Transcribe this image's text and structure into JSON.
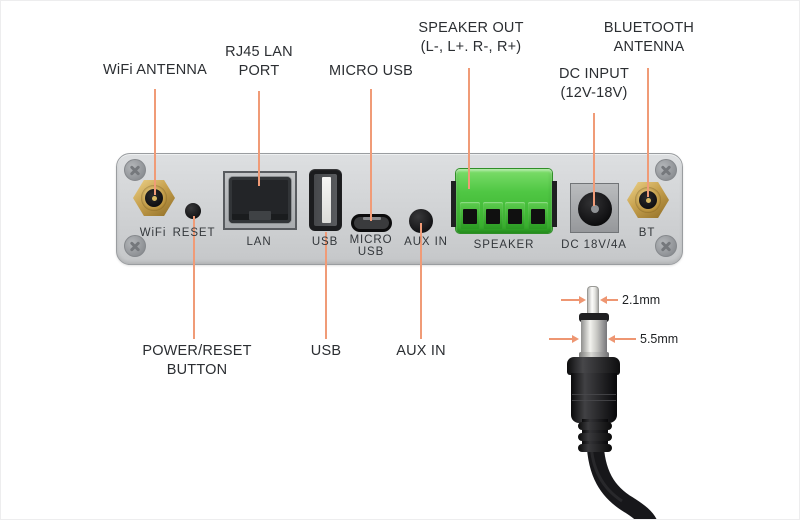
{
  "diagram_title": "audio device rear panel connections",
  "callouts": {
    "top": [
      {
        "id": "wifi-antenna",
        "lines": [
          "WiFi ANTENNA"
        ]
      },
      {
        "id": "rj45-lan-port",
        "lines": [
          "RJ45 LAN",
          "PORT"
        ]
      },
      {
        "id": "micro-usb",
        "lines": [
          "MICRO USB"
        ]
      },
      {
        "id": "speaker-out",
        "lines": [
          "SPEAKER OUT",
          "(L-, L+. R-, R+)"
        ]
      },
      {
        "id": "dc-input",
        "lines": [
          "DC INPUT",
          "(12V-18V)"
        ]
      },
      {
        "id": "bluetooth-antenna",
        "lines": [
          "BLUETOOTH",
          "ANTENNA"
        ]
      }
    ],
    "bottom": [
      {
        "id": "power-reset-button",
        "lines": [
          "POWER/RESET",
          "BUTTON"
        ]
      },
      {
        "id": "usb",
        "lines": [
          "USB"
        ]
      },
      {
        "id": "aux-in",
        "lines": [
          "AUX IN"
        ]
      }
    ]
  },
  "panel": {
    "port_labels": {
      "wifi": "WiFi",
      "reset": "RESET",
      "lan": "LAN",
      "usb": "USB",
      "micro_usb_line1": "MICRO",
      "micro_usb_line2": "USB",
      "aux_in": "AUX IN",
      "speaker": "SPEAKER",
      "dc": "DC 18V/4A",
      "bt": "BT"
    }
  },
  "plug": {
    "dimensions": {
      "inner_pin": "2.1mm",
      "outer_barrel": "5.5mm"
    }
  },
  "colors": {
    "leader_line": "#f09b77",
    "dimension_accent": "#ee9672",
    "panel_gray": "#d2d4d6",
    "speaker_green": "#44bb39",
    "antenna_gold": "#c7a14e",
    "label_text": "#2b2e32"
  }
}
